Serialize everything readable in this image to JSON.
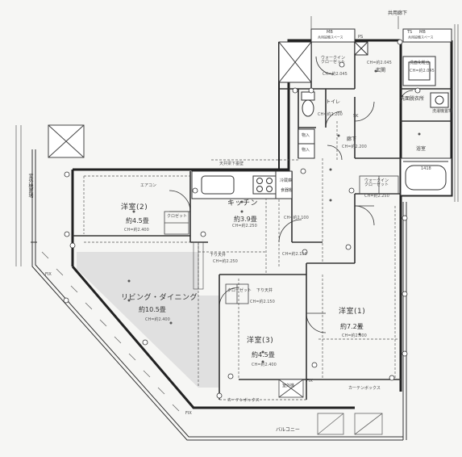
{
  "labels": {
    "corridor_top": "共用廊下",
    "mb_left": "MB",
    "mb_left_sub": "共用設備スペース",
    "ps": "PS",
    "mb_right": "MB",
    "mb_right_sub": "共用設備スペース",
    "ts": "TS",
    "walkin_closet": "ウォークイン\nクローゼット",
    "walkin_closet_ch": "CH=約2.045",
    "entrance": "玄関",
    "entrance_ch": "CH=約2.045",
    "washroom": "洗面脱衣所",
    "washroom_ch": "CH=約2.045",
    "washstand": "洗面化粧台",
    "laundry": "洗濯機置場",
    "toilet": "トイレ",
    "toilet_ch": "CH=約2.200",
    "shelf1": "物入",
    "shelf2": "物入",
    "hall": "廊下",
    "hall_ch": "CH=約2.200",
    "bath": "浴室",
    "bath_size": "1418",
    "outdoor_unit": "室外機置場",
    "beam_top": "天井梁下垂壁",
    "western2": "洋室(2)",
    "western2_area": "約4.5畳",
    "western2_ch": "CH=約2.400",
    "closet_w2": "クロゼット",
    "kitchen": "キッチン",
    "kitchen_area": "約3.9畳",
    "kitchen_ch": "CH=約2.250",
    "fridge": "冷蔵庫",
    "kitchen_shelf": "食器棚",
    "living": "リビング・ダイニング",
    "living_area": "約10.5畳",
    "living_ch": "CH=約2.400",
    "western3": "洋室(3)",
    "western3_area": "約4.5畳",
    "western3_ch": "CH=約2.400",
    "closet_w3": "クローゼット",
    "western1": "洋室(1)",
    "western1_area": "約7.2畳",
    "western1_ch": "CH=約2.500",
    "walkin2": "ウォークイン\nクローゼット",
    "walkin2_ch": "CH=約2.250",
    "hall2_ch": "CH=約2.100",
    "hall3_ch": "CH=約2.150",
    "curtain_box": "カーテンボックス",
    "curtain_box2": "カーテンボックス",
    "balcony": "バルコニー",
    "fix1": "FIX",
    "fix2": "FIX",
    "fix3": "FIX",
    "mid_ch1": "CH=約2.250",
    "mid_ch2": "CH=約2.150",
    "beam_note1": "下り天井",
    "beam_note2": "下り天井",
    "storage_unit": "室外機",
    "ac": "エアコン",
    "svc": "SK"
  }
}
